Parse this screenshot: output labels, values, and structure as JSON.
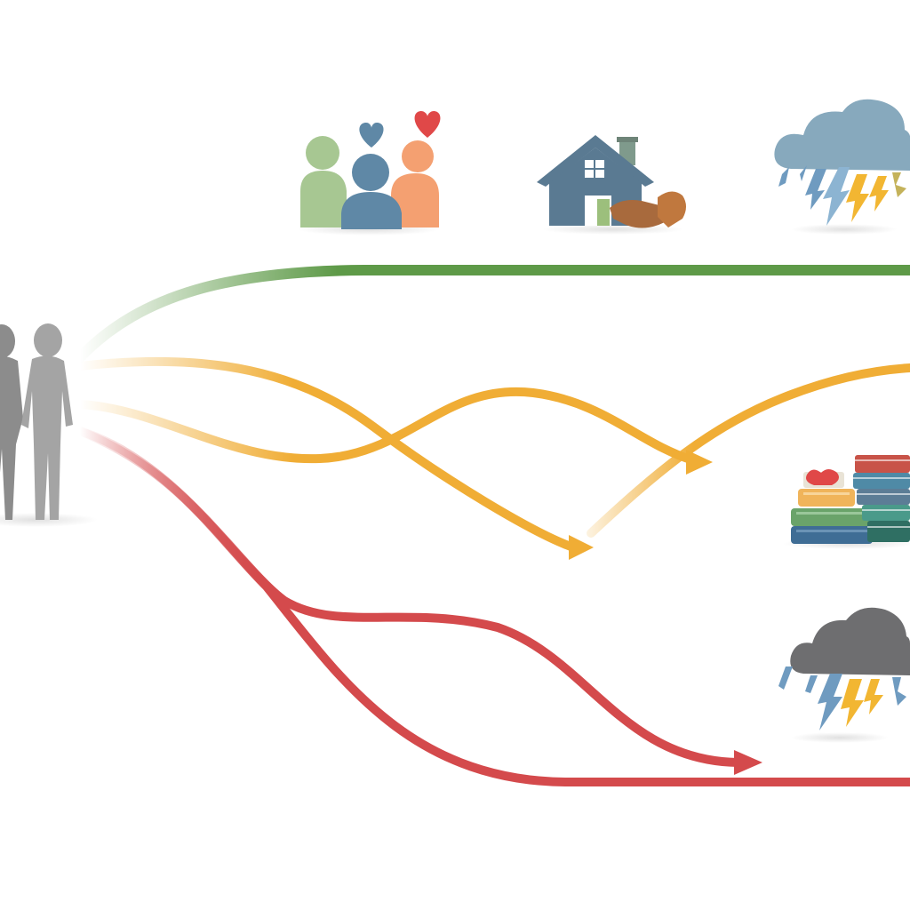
{
  "colors": {
    "green": "#5e9a48",
    "yellow": "#f0ad35",
    "red": "#d44a4c",
    "figure_gray": "#9c9c9c",
    "cloud_blue": "#87a9bd",
    "cloud_dark": "#6e6e70",
    "house_blue": "#5a7a92",
    "bolt_yellow": "#f2b632"
  },
  "icons": [
    "people-silhouette-icon",
    "family-love-icon",
    "house-support-icon",
    "storm-cloud-icon",
    "books-stack-icon",
    "dark-storm-cloud-icon"
  ],
  "paths": [
    {
      "name": "green-path",
      "color": "green",
      "arrow": false
    },
    {
      "name": "yellow-path-upper",
      "color": "yellow",
      "arrow": true
    },
    {
      "name": "yellow-path-lower",
      "color": "yellow",
      "arrow": true
    },
    {
      "name": "yellow-path-rising",
      "color": "yellow",
      "arrow": false
    },
    {
      "name": "red-path-upper",
      "color": "red",
      "arrow": true
    },
    {
      "name": "red-path-lower",
      "color": "red",
      "arrow": false
    }
  ]
}
